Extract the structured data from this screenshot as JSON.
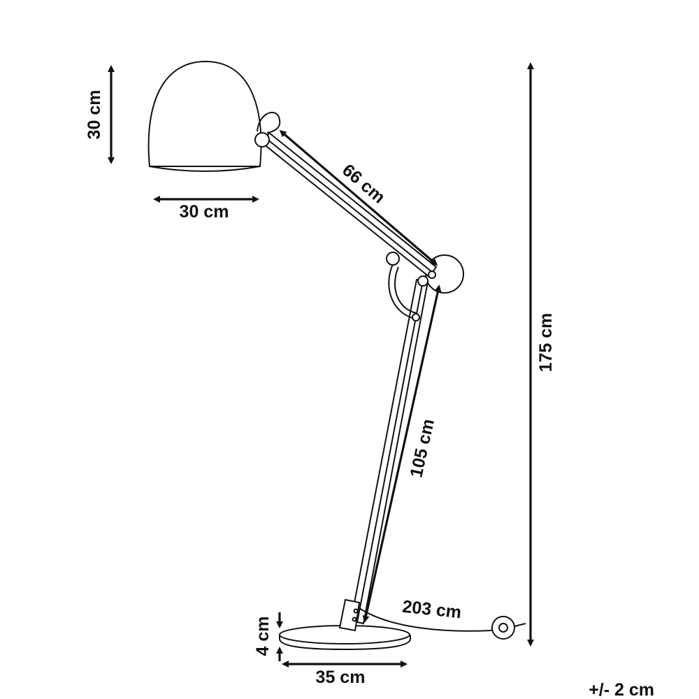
{
  "dimensions": {
    "shade_height": "30 cm",
    "shade_width": "30 cm",
    "upper_arm": "66 cm",
    "lower_arm": "105 cm",
    "total_height": "175 cm",
    "cable": "203 cm",
    "base_height": "4 cm",
    "base_diameter": "35 cm"
  },
  "tolerance": "+/- 2 cm"
}
